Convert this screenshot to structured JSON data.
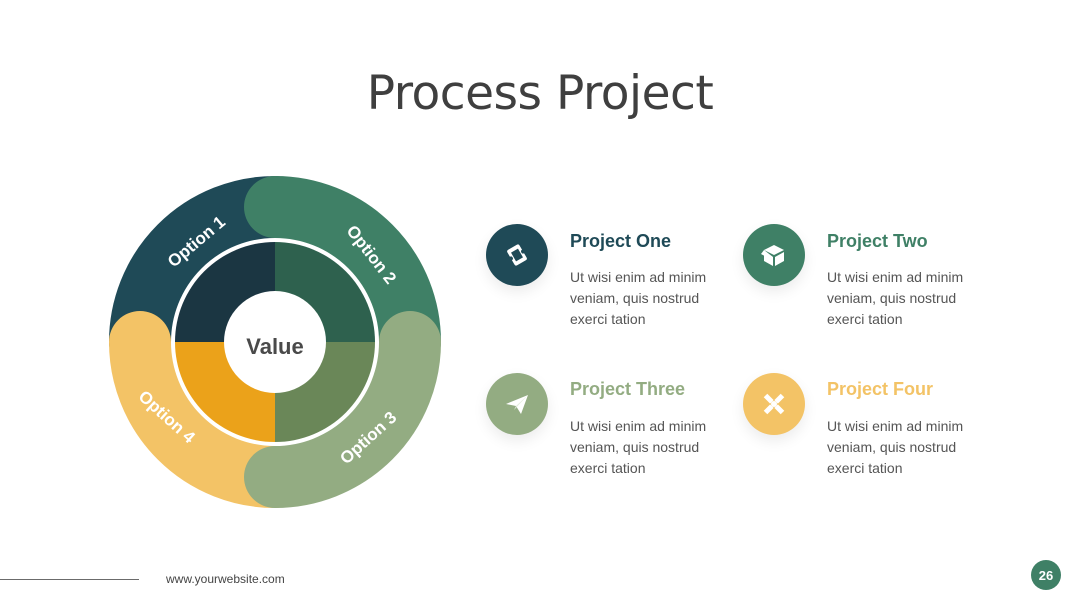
{
  "slide": {
    "title": "Process Project",
    "center_label": "Value",
    "page_number": "26",
    "website": "www.yourwebsite.com"
  },
  "options": [
    {
      "label": "Option 1",
      "color": "#1f4a57"
    },
    {
      "label": "Option 2",
      "color": "#3f8066"
    },
    {
      "label": "Option 3",
      "color": "#93ac82"
    },
    {
      "label": "Option 4",
      "color": "#f3c366"
    }
  ],
  "inner_colors": [
    "#1b3642",
    "#2e614e",
    "#6a8758",
    "#eba21a"
  ],
  "projects": [
    {
      "title": "Project One",
      "description": "Ut wisi enim ad minim veniam, quis nostrud exerci tation",
      "color": "#1f4a57",
      "title_color": "#1f4a57",
      "icon": "ticket-icon"
    },
    {
      "title": "Project Two",
      "description": "Ut wisi enim ad minim veniam, quis nostrud exerci tation",
      "color": "#3f8066",
      "title_color": "#3f8066",
      "icon": "box-icon"
    },
    {
      "title": "Project Three",
      "description": "Ut wisi enim ad minim veniam, quis nostrud exerci tation",
      "color": "#93ac82",
      "title_color": "#93ac82",
      "icon": "paper-plane-icon"
    },
    {
      "title": "Project Four",
      "description": "Ut wisi enim ad minim veniam, quis nostrud exerci tation",
      "color": "#f3c366",
      "title_color": "#f3c366",
      "icon": "windmill-icon"
    }
  ]
}
